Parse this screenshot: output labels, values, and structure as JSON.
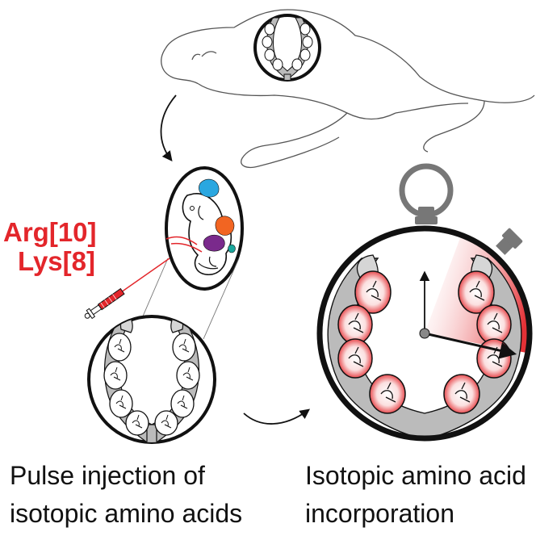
{
  "labels": {
    "amino_top": "Arg[10]",
    "amino_bottom": "Lys[8]",
    "caption_left_line1": "Pulse injection of",
    "caption_left_line2": "isotopic amino acids",
    "caption_right_line1": "Isotopic amino acid",
    "caption_right_line2": "incorporation"
  },
  "colors": {
    "label_red": "#e3262b",
    "outline": "#111111",
    "tissue_fill": "#bbbbbb",
    "placenta_fill": "#d4d4d4",
    "pulse_red": "#e3262b",
    "embryo_blue": "#2aa7e0",
    "embryo_orange": "#f26522",
    "embryo_purple": "#7a2a8c",
    "embryo_teal": "#1aa79c"
  }
}
